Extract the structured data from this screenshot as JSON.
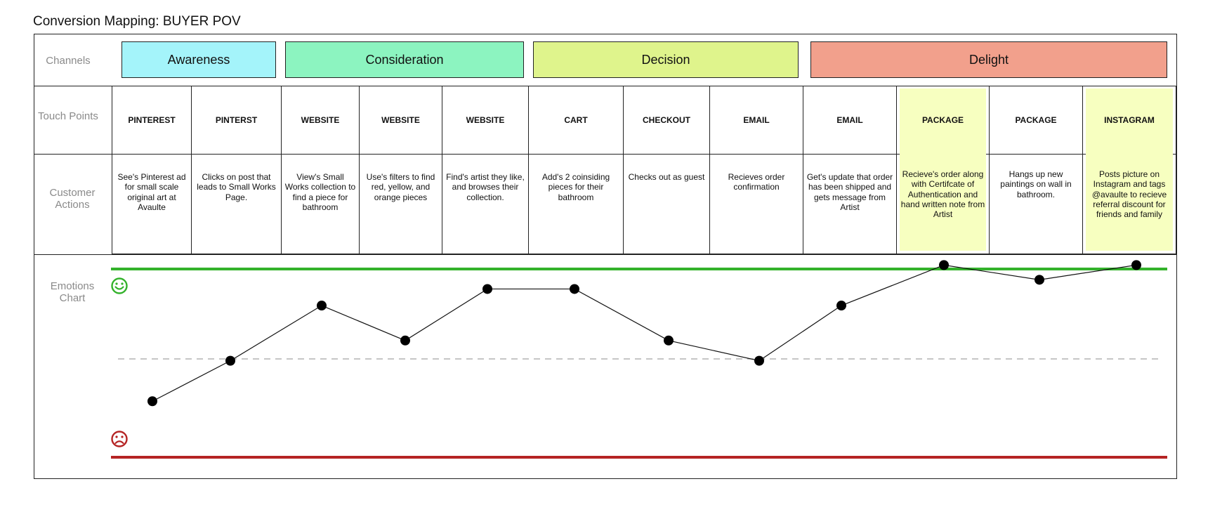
{
  "title": "Conversion Mapping: BUYER POV",
  "row_labels": {
    "channels": "Channels",
    "touch_points": "Touch Points",
    "customer_actions": [
      "Customer",
      "Actions"
    ],
    "emotions_chart": [
      "Emotions",
      "Chart"
    ]
  },
  "stages": [
    {
      "label": "Awareness",
      "color": "#a4f4fa"
    },
    {
      "label": "Consideration",
      "color": "#8cf4c0"
    },
    {
      "label": "Decision",
      "color": "#dff48c"
    },
    {
      "label": "Delight",
      "color": "#f2a08c"
    }
  ],
  "columns": [
    {
      "touch_point": "PINTEREST",
      "action": "See's Pinterest ad for small scale original art at Avaulte",
      "highlight": false
    },
    {
      "touch_point": "PINTERST",
      "action": "Clicks on post that leads to Small Works Page.",
      "highlight": false
    },
    {
      "touch_point": "WEBSITE",
      "action": "View's Small Works collection to find a piece for bathroom",
      "highlight": false
    },
    {
      "touch_point": "WEBSITE",
      "action": "Use's filters to find red, yellow, and orange pieces",
      "highlight": false
    },
    {
      "touch_point": "WEBSITE",
      "action": "Find's artist they like, and browses their collection.",
      "highlight": false
    },
    {
      "touch_point": "CART",
      "action": "Add's 2 coinsiding pieces for their bathroom",
      "highlight": false
    },
    {
      "touch_point": "CHECKOUT",
      "action": "Checks out as guest",
      "highlight": false
    },
    {
      "touch_point": "EMAIL",
      "action": "Recieves order confirmation",
      "highlight": false
    },
    {
      "touch_point": "EMAIL",
      "action": "Get's update that order has been shipped and gets message from Artist",
      "highlight": false
    },
    {
      "touch_point": "PACKAGE",
      "action": "Recieve's order along with Certifcate of Authentication and hand written note from Artist",
      "highlight": true
    },
    {
      "touch_point": "PACKAGE",
      "action": "Hangs up new paintings on wall in bathroom.",
      "highlight": false
    },
    {
      "touch_point": "INSTAGRAM",
      "action": "Posts picture on Instagram and tags @avaulte to recieve referral discount for friends and family",
      "highlight": true
    }
  ],
  "emotions": {
    "top_color": "#33b22b",
    "bottom_color": "#b52424",
    "neutral_color": "#b3b3b3",
    "positive_icon": "smiley-face-icon",
    "negative_icon": "frowning-face-icon",
    "values": [
      -0.23,
      -0.01,
      0.29,
      0.1,
      0.38,
      0.38,
      0.1,
      -0.01,
      0.29,
      0.51,
      0.43,
      0.51
    ]
  },
  "colors": {
    "highlight": "#f7ffc0",
    "border": "#222222",
    "label_gray": "#8a8a8a"
  }
}
